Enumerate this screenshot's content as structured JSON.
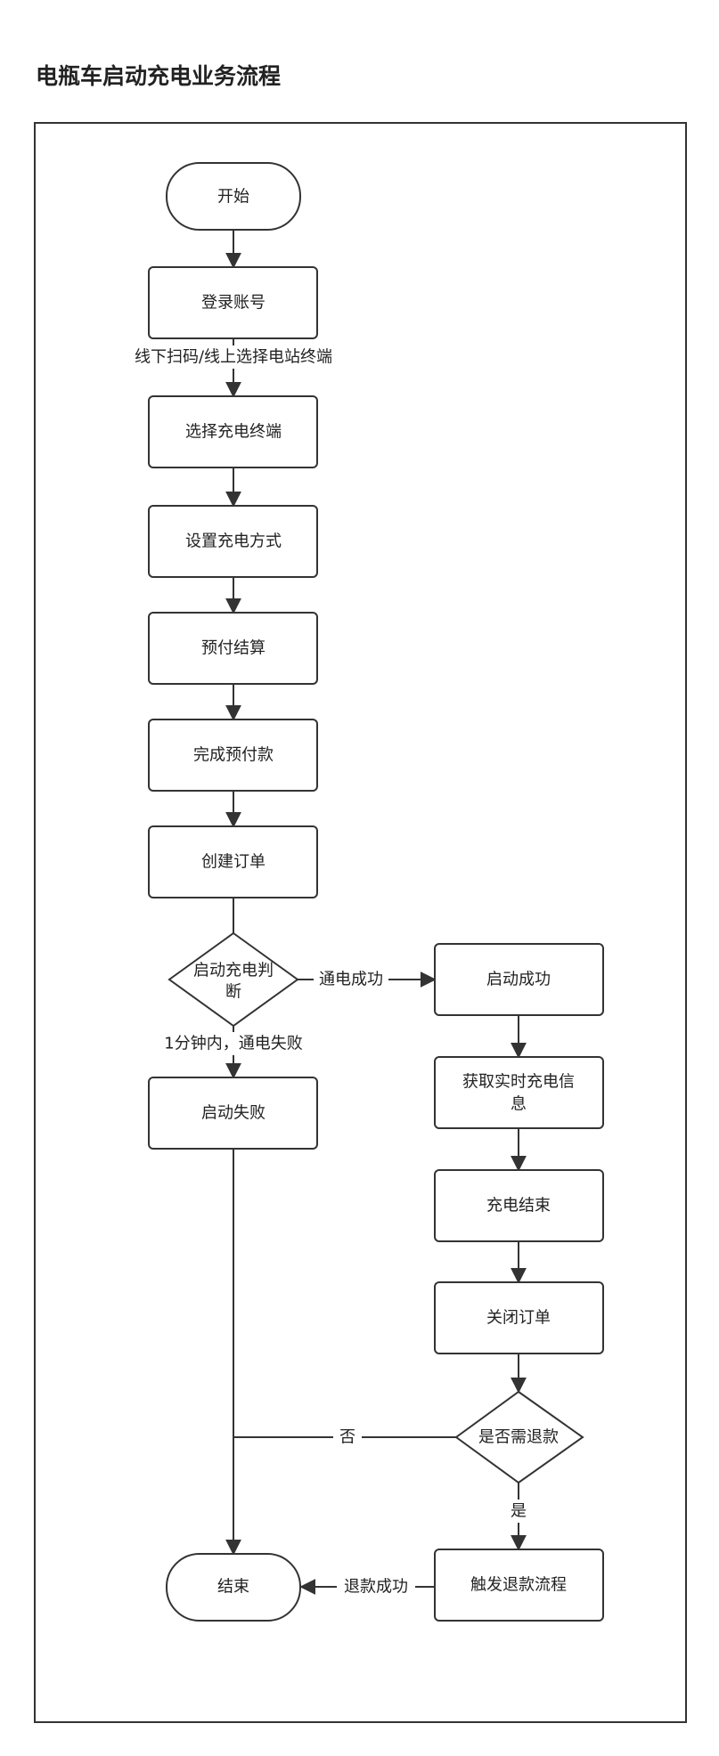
{
  "title": "电瓶车启动充电业务流程",
  "nodes": {
    "start": "开始",
    "login": "登录账号",
    "select_terminal": "选择充电终端",
    "set_mode": "设置充电方式",
    "prepay": "预付结算",
    "prepay_done": "完成预付款",
    "create_order": "创建订单",
    "judge_line1": "启动充电判",
    "judge_line2": "断",
    "start_fail": "启动失败",
    "start_success": "启动成功",
    "realtime_line1": "获取实时充电信",
    "realtime_line2": "息",
    "charge_end": "充电结束",
    "close_order": "关闭订单",
    "need_refund": "是否需退款",
    "refund_flow": "触发退款流程",
    "end": "结束"
  },
  "edges": {
    "scan_label": "线下扫码/线上选择电站终端",
    "power_ok": "通电成功",
    "power_fail": "1分钟内，通电失败",
    "no": "否",
    "yes": "是",
    "refund_ok": "退款成功"
  }
}
